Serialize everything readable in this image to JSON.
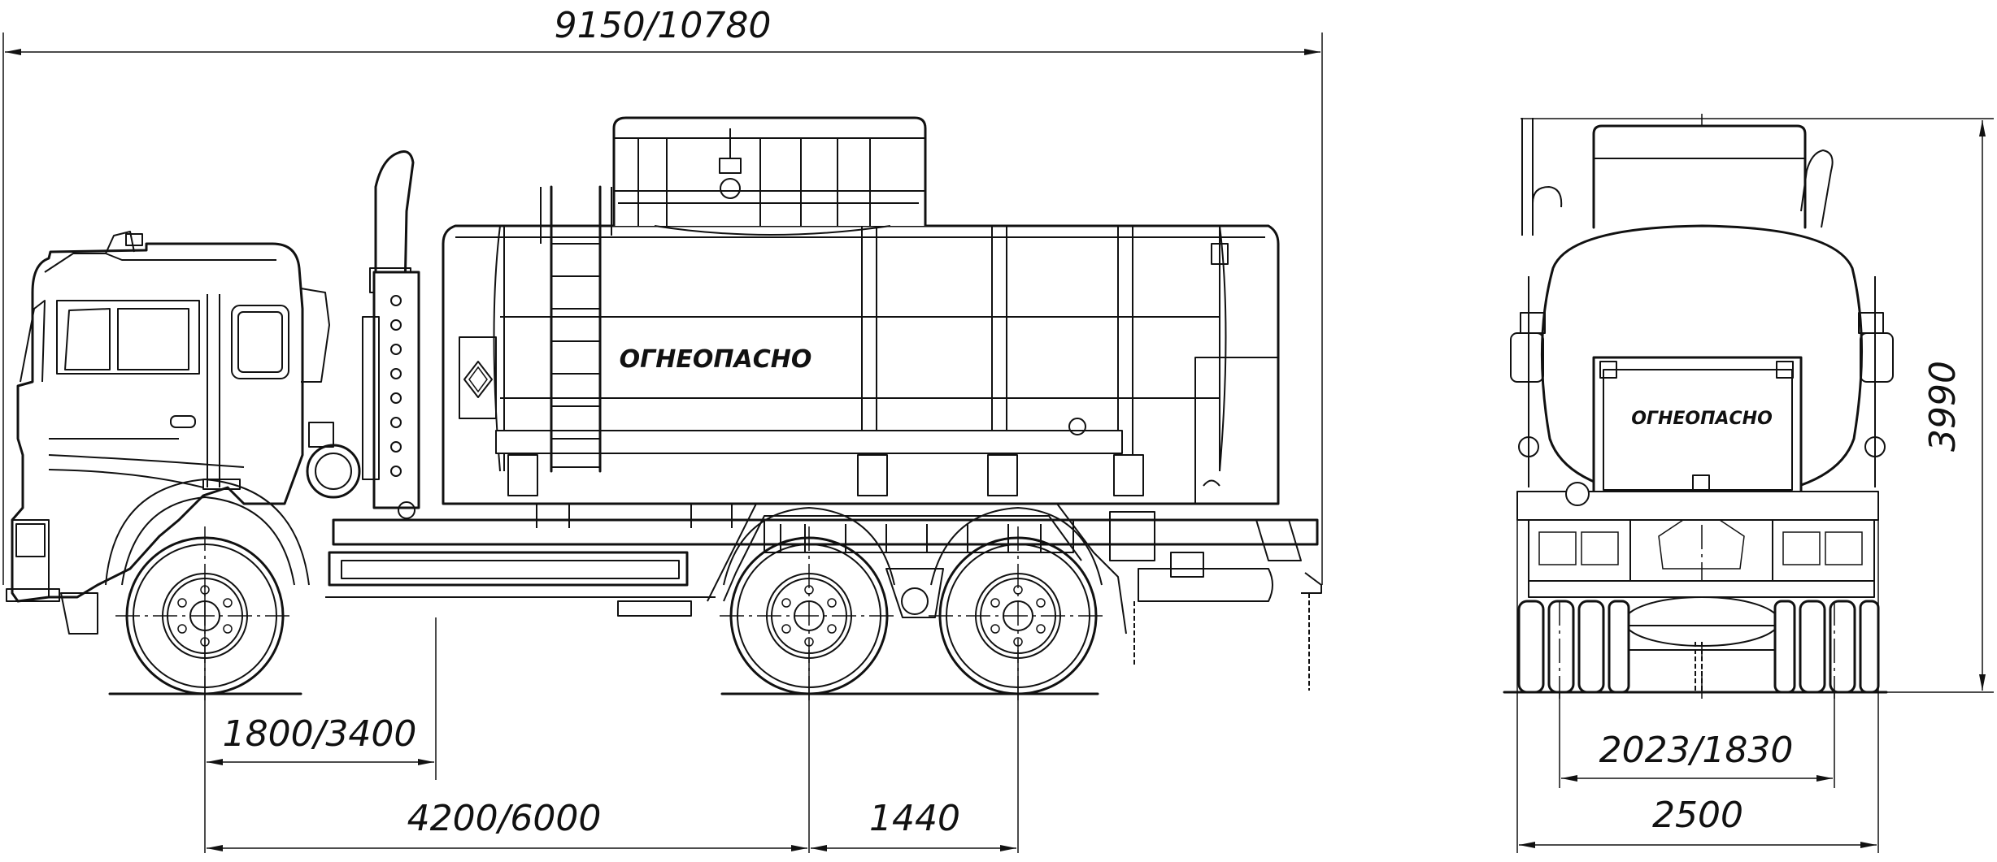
{
  "dimensions": {
    "overall_length": "9150/10780",
    "front_overhang": "1800/3400",
    "wheelbase": "4200/6000",
    "tandem_spacing": "1440",
    "height": "3990",
    "track_width": "2023/1830",
    "overall_width": "2500"
  },
  "tank": {
    "side_marking": "ОГНЕОПАСНО",
    "rear_marking": "ОГНЕОПАСНО"
  }
}
